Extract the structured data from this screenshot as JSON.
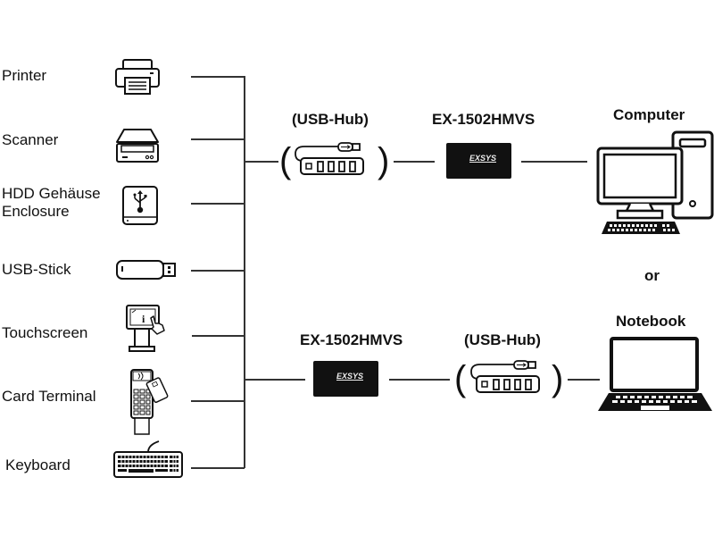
{
  "devices": [
    {
      "label": "Printer",
      "icon": "printer-icon"
    },
    {
      "label": "Scanner",
      "icon": "scanner-icon"
    },
    {
      "label": "HDD Gehäuse\nEnclosure",
      "line1": "HDD Gehäuse",
      "line2": "Enclosure",
      "icon": "hdd-enclosure-icon"
    },
    {
      "label": "USB-Stick",
      "icon": "usb-stick-icon"
    },
    {
      "label": "Touchscreen",
      "icon": "touchscreen-kiosk-icon"
    },
    {
      "label": "Card Terminal",
      "icon": "card-terminal-icon"
    },
    {
      "label": "Keyboard",
      "icon": "keyboard-icon"
    }
  ],
  "top_path": {
    "hub_label": "(USB-Hub)",
    "extender_label": "EX-1502HMVS",
    "extender_logo": "EXSYS",
    "host_label": "Computer"
  },
  "separator": "or",
  "bottom_path": {
    "extender_label": "EX-1502HMVS",
    "extender_logo": "EXSYS",
    "hub_label": "(USB-Hub)",
    "host_label": "Notebook"
  }
}
